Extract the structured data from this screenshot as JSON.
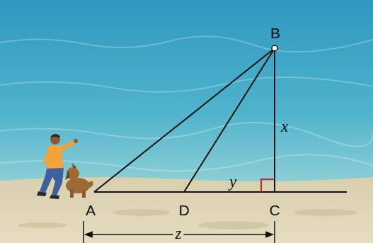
{
  "diagram": {
    "labels": [
      "B",
      "x",
      "y",
      "A",
      "D",
      "C",
      "z"
    ]
  }
}
